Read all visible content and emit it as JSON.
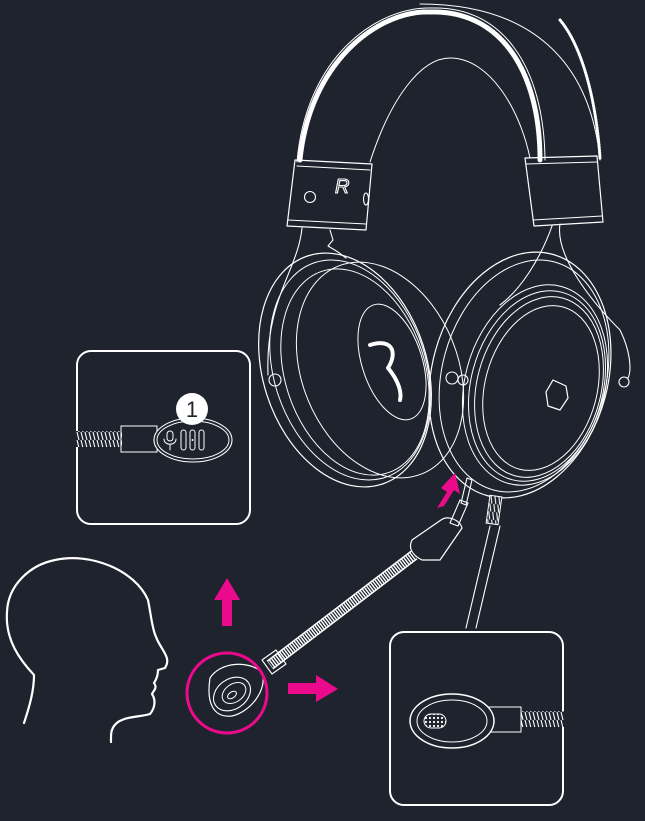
{
  "diagram": {
    "subject": "Headset boom microphone attachment and positioning",
    "background_color": "#1e232d",
    "line_color": "#ffffff",
    "accent_color": "#ec0a8c",
    "headset": {
      "side_label": "R",
      "logo_shape": "hexagon"
    },
    "callouts": [
      {
        "id": "mic-mute-inset",
        "number": "1",
        "description": "Mic end with mute switch icon"
      },
      {
        "id": "mic-capsule-inset",
        "number": "",
        "description": "Mic capsule facing mouth"
      }
    ],
    "arrows": [
      {
        "id": "insert-arrow",
        "direction": "up-right",
        "meaning": "insert mic jack into headset"
      },
      {
        "id": "adjust-up-arrow",
        "direction": "up",
        "meaning": "bend mic up"
      },
      {
        "id": "adjust-right-arrow",
        "direction": "right",
        "meaning": "bend mic outward"
      }
    ],
    "highlight_circle": {
      "target": "mic-capsule",
      "color": "#ec0a8c"
    }
  }
}
